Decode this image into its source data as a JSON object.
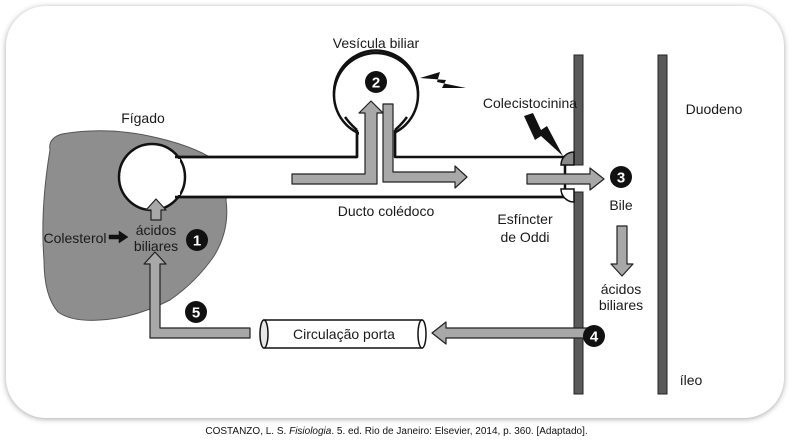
{
  "labels": {
    "gallbladder": "Vesícula biliar",
    "cholecystokinin": "Colecistocinina",
    "liver": "Fígado",
    "duodenum": "Duodeno",
    "cholesterol": "Colesterol",
    "bile_acids_liver": [
      "ácidos",
      "biliares"
    ],
    "common_bile_duct": "Ducto colédoco",
    "sphincter": [
      "Esfíncter",
      "de Oddi"
    ],
    "bile": "Bile",
    "bile_acids_gut": [
      "ácidos",
      "biliares"
    ],
    "portal_circulation": "Circulação porta",
    "ileum": "íleo"
  },
  "steps": [
    "1",
    "2",
    "3",
    "4",
    "5"
  ],
  "caption": {
    "prefix": "COSTANZO, L. S. ",
    "title": "Fisiologia",
    "suffix": ". 5. ed. Rio de Janeiro: Elsevier, 2014, p. 360. [Adaptado]."
  },
  "colors": {
    "liver": "#8e8e8e",
    "arrow_fill": "#a8a8a8",
    "wall": "#5a5a5a",
    "step_marker": "#111111"
  }
}
